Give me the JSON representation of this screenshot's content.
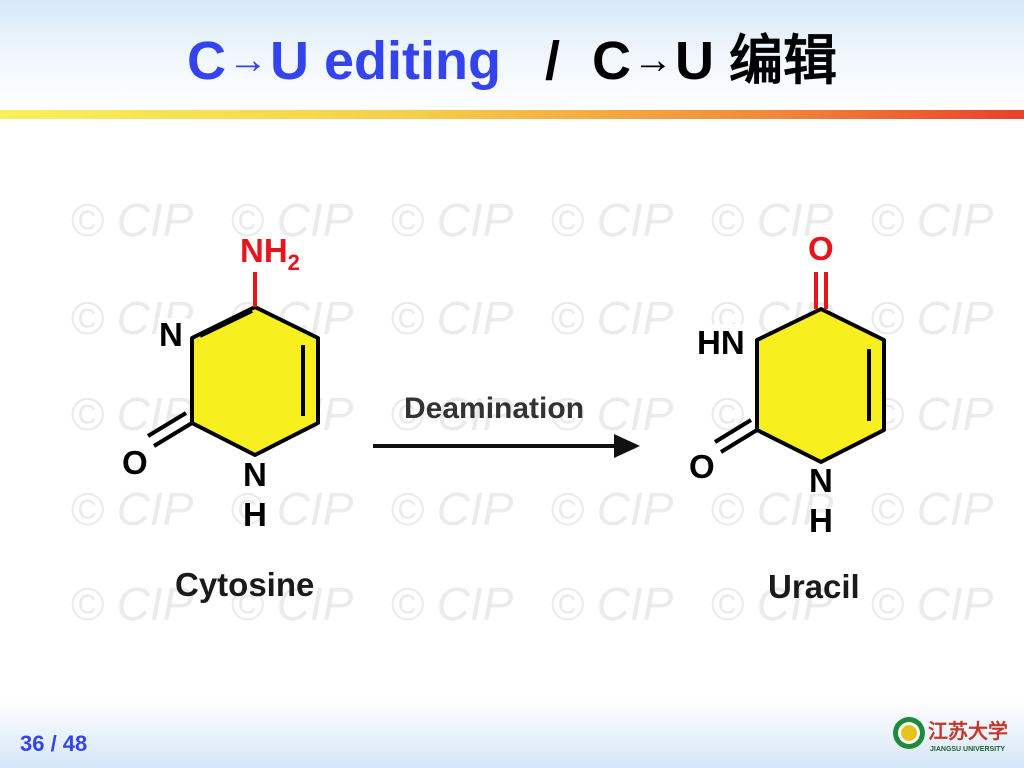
{
  "title": {
    "en_part1": "C",
    "en_arrow": "→",
    "en_part2": "U editing",
    "separator": "/",
    "zh_part1": "C",
    "zh_arrow": "→",
    "zh_part2": "U 编辑"
  },
  "watermark": {
    "text": "© CIP"
  },
  "reaction": {
    "label": "Deamination",
    "reactant": {
      "name": "Cytosine",
      "substituent": "NH",
      "substituent_sub": "2",
      "ring_atoms": {
        "n3": "N",
        "n1": "N",
        "n1_h": "H",
        "o2": "O"
      }
    },
    "product": {
      "name": "Uracil",
      "ring_atoms": {
        "o4": "O",
        "hn3": "HN",
        "n1": "N",
        "n1_h": "H",
        "o2": "O"
      }
    }
  },
  "colors": {
    "title_accent": "#3344ee",
    "ring_fill": "#f7f01e",
    "amine_red": "#e8141c"
  },
  "footer": {
    "page": "36 / 48",
    "logo_text": "江苏大学",
    "logo_subtext": "JIANGSU UNIVERSITY"
  }
}
